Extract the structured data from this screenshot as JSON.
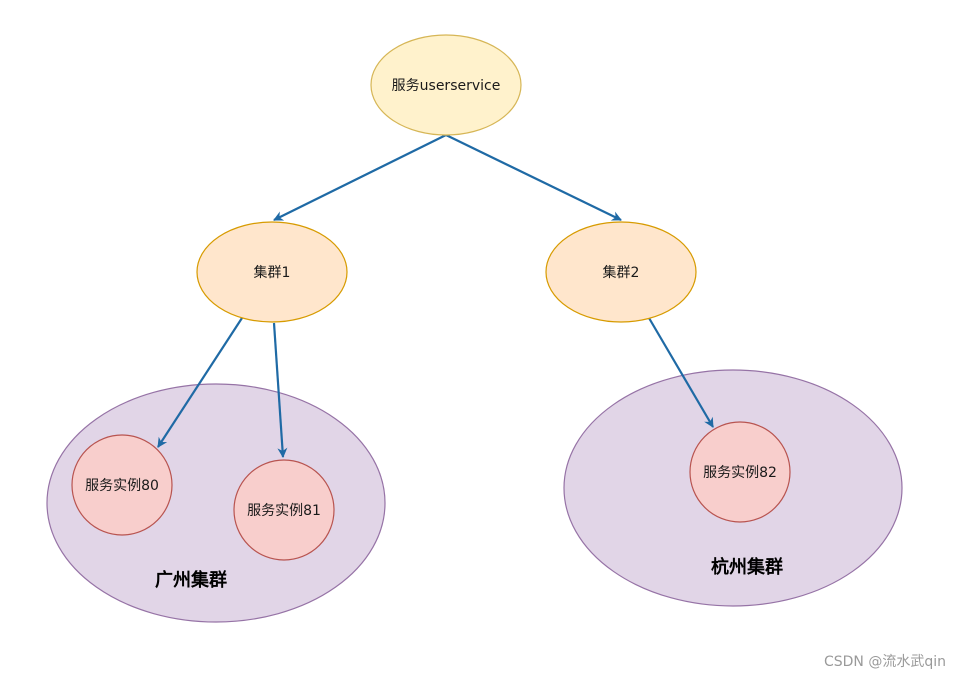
{
  "colors": {
    "service_fill": "#fff2cc",
    "service_stroke": "#d6b656",
    "cluster_fill": "#ffe6cc",
    "cluster_stroke": "#d79b00",
    "group_fill": "#e1d5e7",
    "group_stroke": "#9673a6",
    "instance_fill": "#f8cecc",
    "instance_stroke": "#b85450",
    "arrow": "#1f6aa5"
  },
  "nodes": {
    "service": "服务userservice",
    "cluster1": "集群1",
    "cluster2": "集群2",
    "instance80": "服务实例80",
    "instance81": "服务实例81",
    "instance82": "服务实例82"
  },
  "groups": {
    "guangzhou": "广州集群",
    "hangzhou": "杭州集群"
  },
  "edges": [
    {
      "from": "service",
      "to": "cluster1"
    },
    {
      "from": "service",
      "to": "cluster2"
    },
    {
      "from": "cluster1",
      "to": "instance80"
    },
    {
      "from": "cluster1",
      "to": "instance81"
    },
    {
      "from": "cluster2",
      "to": "instance82"
    }
  ],
  "watermark": "CSDN @流水武qin"
}
